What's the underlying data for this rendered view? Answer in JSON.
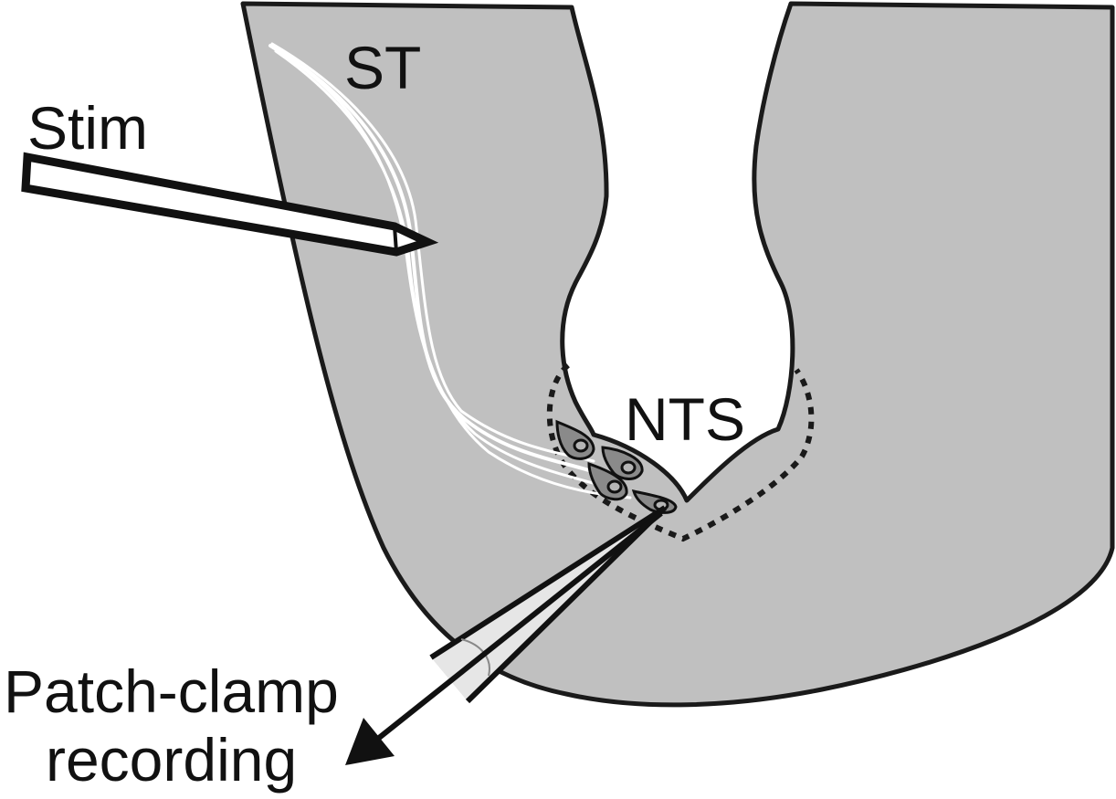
{
  "labels": {
    "st": "ST",
    "stim": "Stim",
    "nts": "NTS",
    "patch_line1": "Patch-clamp",
    "patch_line2": "recording"
  },
  "colors": {
    "tissue": "#c0c0c0",
    "outline": "#1a1a1a",
    "fibers": "#ffffff",
    "neuron": "#8a8a8a",
    "neuron_nucleus": "#b5b5b5",
    "pipette_fill": "#e6e6e6"
  }
}
